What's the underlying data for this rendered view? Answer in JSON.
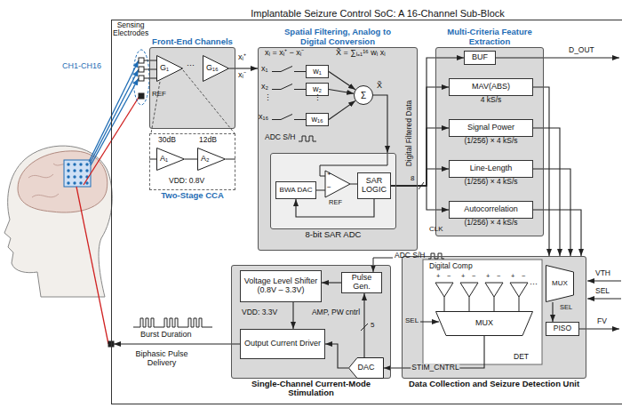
{
  "diagram": {
    "nodes": [
      {
        "text": [
          "Implantable Seizure Control SoC: A 16-Channel Sub-Block"
        ]
      },
      {
        "text": [
          "Front-End Channels"
        ],
        "in": 0
      },
      {
        "text": [
          "G₁"
        ],
        "in": 1
      },
      {
        "text": [
          "G₁₆"
        ],
        "in": 1
      },
      {
        "text": [
          "Two-Stage CCA"
        ],
        "in": 0
      },
      {
        "text": [
          "A₁"
        ],
        "in": 4
      },
      {
        "text": [
          "A₂"
        ],
        "in": 4
      },
      {
        "text": [
          "Spatial Filtering, Analog to Digital Conversion"
        ],
        "in": 0
      },
      {
        "text": [
          "w₁"
        ],
        "in": 7
      },
      {
        "text": [
          "w₂"
        ],
        "in": 7
      },
      {
        "text": [
          "w₁₆"
        ],
        "in": 7
      },
      {
        "text": [
          "Σ"
        ],
        "in": 7
      },
      {
        "text": [
          "8-bit SAR ADC"
        ],
        "in": 7
      },
      {
        "text": [
          "BWA DAC"
        ],
        "in": 12
      },
      {
        "text": [
          "SAR LOGIC"
        ],
        "in": 12
      },
      {
        "text": [
          "Multi-Criteria Feature Extraction"
        ],
        "in": 0
      },
      {
        "text": [
          "BUF"
        ],
        "in": 15
      },
      {
        "text": [
          "MAV(ABS)",
          "4 kS/s"
        ],
        "in": 15
      },
      {
        "text": [
          "Signal Power",
          "(1/256) × 4 kS/s"
        ],
        "in": 15
      },
      {
        "text": [
          "Line-Length",
          "(1/256) × 4 kS/s"
        ],
        "in": 15
      },
      {
        "text": [
          "Autocorrelation",
          "(1/256) × 4 kS/s"
        ],
        "in": 15
      },
      {
        "text": [
          "Single-Channel Current-Mode Stimulation"
        ],
        "in": 0
      },
      {
        "text": [
          "Voltage Level Shifter (0.8V – 3.3V)"
        ],
        "in": 21
      },
      {
        "text": [
          "Pulse Gen."
        ],
        "in": 21
      },
      {
        "text": [
          "Output Current Driver"
        ],
        "in": 21
      },
      {
        "text": [
          "DAC"
        ],
        "in": 21
      },
      {
        "text": [
          "Data Collection and Seizure Detection Unit"
        ],
        "in": 0
      },
      {
        "text": [
          "MUX"
        ],
        "in": 26
      },
      {
        "text": [
          "PISO"
        ],
        "in": 26
      },
      {
        "text": [
          "MUX"
        ],
        "in": 26
      }
    ],
    "edges": [
      {
        "from": 1,
        "to": 7,
        "arrow": "to"
      },
      {
        "from": 8,
        "to": 11,
        "arrow": "to"
      },
      {
        "from": 9,
        "to": 11,
        "arrow": "to"
      },
      {
        "from": 10,
        "to": 11,
        "arrow": "to"
      },
      {
        "from": 11,
        "to": 12,
        "arrow": "to"
      },
      {
        "from": 14,
        "to": 13,
        "arrow": "to"
      },
      {
        "from": 14,
        "to": 16,
        "arrow": "to"
      },
      {
        "from": 14,
        "to": 17,
        "arrow": "to"
      },
      {
        "from": 14,
        "to": 18,
        "arrow": "to"
      },
      {
        "from": 14,
        "to": 19,
        "arrow": "to"
      },
      {
        "from": 14,
        "to": 20,
        "arrow": "to"
      },
      {
        "from": 17,
        "to": 26,
        "arrow": "to"
      },
      {
        "from": 18,
        "to": 26,
        "arrow": "to"
      },
      {
        "from": 19,
        "to": 26,
        "arrow": "to"
      },
      {
        "from": 20,
        "to": 26,
        "arrow": "to"
      },
      {
        "from": 29,
        "to": 25,
        "label": "STIM_CNTRL",
        "arrow": "to"
      },
      {
        "from": 25,
        "to": 24,
        "arrow": "to"
      },
      {
        "from": 23,
        "to": 22,
        "arrow": "to"
      },
      {
        "from": 22,
        "to": 24,
        "arrow": "to"
      },
      {
        "from": 25,
        "to": 23,
        "label": "AMP, PW cntrl",
        "arrow": "to"
      },
      {
        "from": 27,
        "to": 28,
        "arrow": "to"
      }
    ],
    "labels": [
      "Sensing Electrodes",
      "CH1-CH16",
      "REF",
      "⋯",
      "30dB",
      "12dB",
      "VDD: 0.8V",
      "xᵢ⁺",
      "xᵢ⁻",
      "xᵢ = xᵢ⁺ − xᵢ⁻",
      "X̃ = ∑ᵢ₌₁¹⁶ wᵢ xᵢ",
      "x₁",
      "x₂",
      "⋮",
      "x₁₆",
      "⋮",
      "X̃",
      "ADC S/H",
      "+",
      "−",
      "REF",
      "Digital Filtered Data",
      "8",
      "CLK",
      "D_OUT",
      "Digital Comp",
      "+",
      "−",
      "+",
      "−",
      "+",
      "−",
      "+",
      "−",
      "⋯",
      "SEL",
      "VTH",
      "SEL",
      "FV",
      "DET",
      "SEL",
      "ADC S/H",
      "5",
      "VDD: 3.3V",
      "Burst Duration",
      "Biphasic Pulse Delivery"
    ]
  }
}
